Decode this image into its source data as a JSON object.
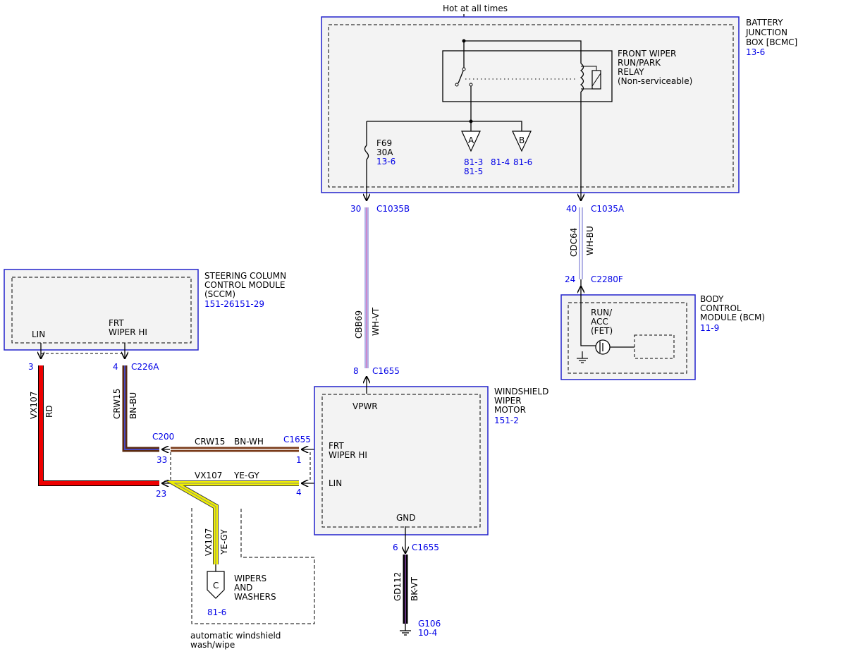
{
  "power_label": "Hot at all times",
  "modules": {
    "bjb": {
      "name": [
        "BATTERY",
        "JUNCTION",
        "BOX [BCMC]"
      ],
      "ref": "13-6"
    },
    "sccm": {
      "name": [
        "STEERING COLUMN",
        "CONTROL MODULE",
        "(SCCM)"
      ],
      "ref": "151-26151-29"
    },
    "bcm": {
      "name": [
        "BODY",
        "CONTROL",
        "MODULE (BCM)"
      ],
      "ref": "11-9"
    },
    "motor": {
      "name": [
        "WINDSHIELD",
        "WIPER",
        "MOTOR"
      ],
      "ref": "151-2"
    },
    "wash": {
      "name": [
        "WIPERS",
        "AND",
        "WASHERS"
      ],
      "ref": "81-6",
      "marker": "C",
      "caption": [
        "automatic windshield",
        "wash/wipe"
      ]
    }
  },
  "relay": {
    "name": [
      "FRONT WIPER",
      "RUN/PARK",
      "RELAY",
      "(Non-serviceable)"
    ]
  },
  "fuse": {
    "id": "F69",
    "rating": "30A",
    "ref": "13-6"
  },
  "refs": {
    "a": {
      "marker": "A",
      "ref1": "81-3",
      "ref2": "81-5"
    },
    "b": {
      "marker": "B",
      "ref1": "81-4",
      "ref2": "81-6"
    }
  },
  "pins": {
    "sccm_lin": "LIN",
    "sccm_frt": [
      "FRT",
      "WIPER HI"
    ],
    "bcm_run": [
      "RUN/",
      "ACC",
      "(FET)"
    ],
    "motor_vpwr": "VPWR",
    "motor_frt": [
      "FRT",
      "WIPER HI"
    ],
    "motor_lin": "LIN",
    "motor_gnd": "GND"
  },
  "connectors": {
    "c1035b": {
      "pin": "30",
      "name": "C1035B"
    },
    "c1035a": {
      "pin": "40",
      "name": "C1035A"
    },
    "c2280f": {
      "pin": "24",
      "name": "C2280F"
    },
    "c1655_top": {
      "pin": "8",
      "name": "C1655"
    },
    "c1655_frt": {
      "pin": "1",
      "name": "C1655"
    },
    "c1655_lin": {
      "pin": "4"
    },
    "c1655_gnd": {
      "pin": "6",
      "name": "C1655"
    },
    "c200": {
      "name": "C200",
      "pin33": "33",
      "pin23": "23"
    },
    "sccm_lin": {
      "pin": "3"
    },
    "c226a": {
      "pin": "4",
      "name": "C226A"
    },
    "ground": {
      "name": "G106",
      "ref": "10-4"
    }
  },
  "wires": {
    "cbb69": {
      "circuit": "CBB69",
      "color": "WH-VT"
    },
    "cdc64": {
      "circuit": "CDC64",
      "color": "WH-BU"
    },
    "vx107_a": {
      "circuit": "VX107",
      "color": "RD"
    },
    "crw15_a": {
      "circuit": "CRW15",
      "color": "BN-BU"
    },
    "crw15_b": {
      "circuit": "CRW15",
      "color": "BN-WH"
    },
    "vx107_b": {
      "circuit": "VX107",
      "color": "YE-GY"
    },
    "vx107_c": {
      "circuit": "VX107",
      "color": "YE-GY"
    },
    "gd112": {
      "circuit": "GD112",
      "color": "BK-VT"
    }
  },
  "colors": {
    "module_border": "#2222cc",
    "ref_text": "#0000e6",
    "wire_red": "#ee0000",
    "wire_yellow": "#e8e800",
    "wire_brown": "#7a3b1a"
  }
}
